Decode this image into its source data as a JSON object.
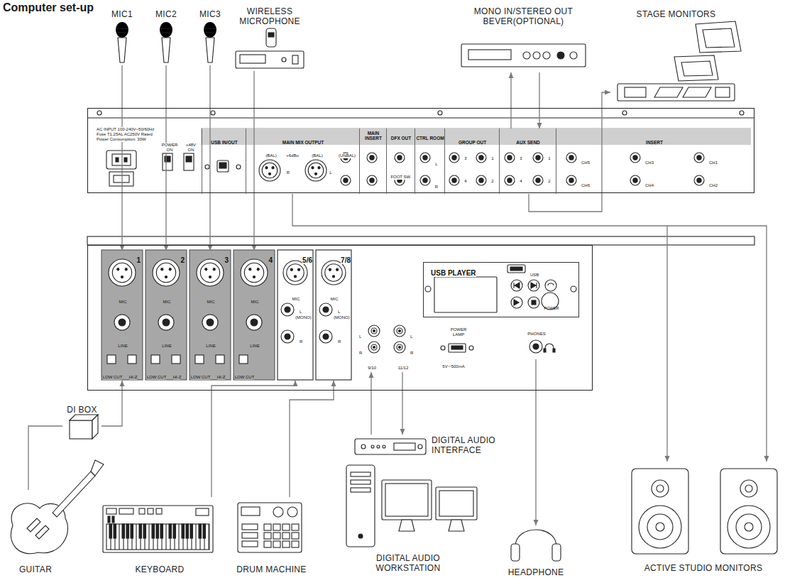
{
  "diagram": {
    "title": "Computer set-up",
    "nodes": [
      {
        "text": [
          "MIC1"
        ]
      },
      {
        "text": [
          "MIC2"
        ]
      },
      {
        "text": [
          "MIC3"
        ]
      },
      {
        "text": [
          "WIRELESS MICROPHONE"
        ]
      },
      {
        "text": [
          "MONO IN/STEREO OUT BEVER(OPTIONAL)"
        ]
      },
      {
        "text": [
          "STAGE MONITORS"
        ]
      },
      {
        "text": [
          "AC INPUT 100-240V~50/60Hz Fuse T1.25AL AC250V Rated Power Consumption: 30W",
          "POWER ON",
          "+48V ON"
        ]
      },
      {
        "text": [
          "USB IN/OUT"
        ],
        "in": 6
      },
      {
        "text": [
          "MAIN MIX OUTPUT",
          "(BAL)",
          "+6dBu",
          "(BAL)",
          "R",
          "L",
          "(UNBAL)"
        ],
        "in": 6
      },
      {
        "text": [
          "MAIN INSERT"
        ],
        "in": 6
      },
      {
        "text": [
          "DFX OUT",
          "FOOT SW."
        ],
        "in": 6
      },
      {
        "text": [
          "CTRL ROOM",
          "L",
          "R"
        ],
        "in": 6
      },
      {
        "text": [
          "GROUP OUT",
          "3",
          "1",
          "4",
          "2"
        ],
        "in": 6
      },
      {
        "text": [
          "AUX SEND",
          "3",
          "1",
          "4",
          "2"
        ],
        "in": 6
      },
      {
        "text": [
          "INSERT",
          "CH5",
          "CH3",
          "CH1",
          "CH6",
          "CH4",
          "CH2"
        ],
        "in": 6
      },
      {
        "text": [
          "POWER LAMP",
          "5V⎓500mA"
        ]
      },
      {
        "text": [
          "1",
          "MIC",
          "LINE",
          "LOW CUT",
          "HI-Z"
        ],
        "in": 15
      },
      {
        "text": [
          "2",
          "MIC",
          "LINE",
          "LOW CUT",
          "HI-Z"
        ],
        "in": 15
      },
      {
        "text": [
          "3",
          "MIC",
          "LINE",
          "LOW CUT",
          "HI-Z"
        ],
        "in": 15
      },
      {
        "text": [
          "4",
          "MIC",
          "LINE",
          "LOW CUT"
        ],
        "in": 15
      },
      {
        "text": [
          "5/6",
          "MIC",
          "L",
          "(MONO)",
          "R"
        ],
        "in": 15
      },
      {
        "text": [
          "7/8",
          "MIC",
          "L",
          "(MONO)",
          "R"
        ],
        "in": 15
      },
      {
        "text": [
          "USB PLAYER",
          "USB",
          "POWER"
        ],
        "in": 15
      },
      {
        "text": [
          "L",
          "R",
          "9/10"
        ],
        "in": 15
      },
      {
        "text": [
          "L",
          "R",
          "11/12"
        ],
        "in": 15
      },
      {
        "text": [
          "PHONES"
        ],
        "in": 15
      },
      {
        "text": [
          "DI BOX"
        ]
      },
      {
        "text": [
          "DIGITAL AUDIO INTERFACE"
        ]
      },
      {
        "text": [
          "GUITAR"
        ]
      },
      {
        "text": [
          "KEYBOARD"
        ]
      },
      {
        "text": [
          "DRUM MACHINE"
        ]
      },
      {
        "text": [
          "DIGITAL AUDIO WORKSTATION"
        ]
      },
      {
        "text": [
          "HEADPHONE"
        ]
      },
      {
        "text": [
          "ACTIVE STUDIO MONITORS"
        ]
      }
    ],
    "edges": [
      {
        "from": 0,
        "to": 16,
        "arrow": "to"
      },
      {
        "from": 1,
        "to": 17,
        "arrow": "to"
      },
      {
        "from": 2,
        "to": 18,
        "arrow": "to"
      },
      {
        "from": 3,
        "to": 19,
        "arrow": "to"
      },
      {
        "from": 28,
        "to": 26,
        "arrow": "none"
      },
      {
        "from": 26,
        "to": 16,
        "arrow": "to"
      },
      {
        "from": 29,
        "to": 20,
        "arrow": "to"
      },
      {
        "from": 30,
        "to": 21,
        "arrow": "to"
      },
      {
        "from": 27,
        "to": 23,
        "arrow": "to"
      },
      {
        "from": 24,
        "to": 27,
        "arrow": "to"
      },
      {
        "from": 25,
        "to": 32,
        "arrow": "to"
      },
      {
        "from": 8,
        "to": 33,
        "arrow": "to"
      },
      {
        "from": 13,
        "to": 4,
        "arrow": "both"
      },
      {
        "from": 13,
        "to": 5,
        "arrow": "to"
      }
    ]
  }
}
